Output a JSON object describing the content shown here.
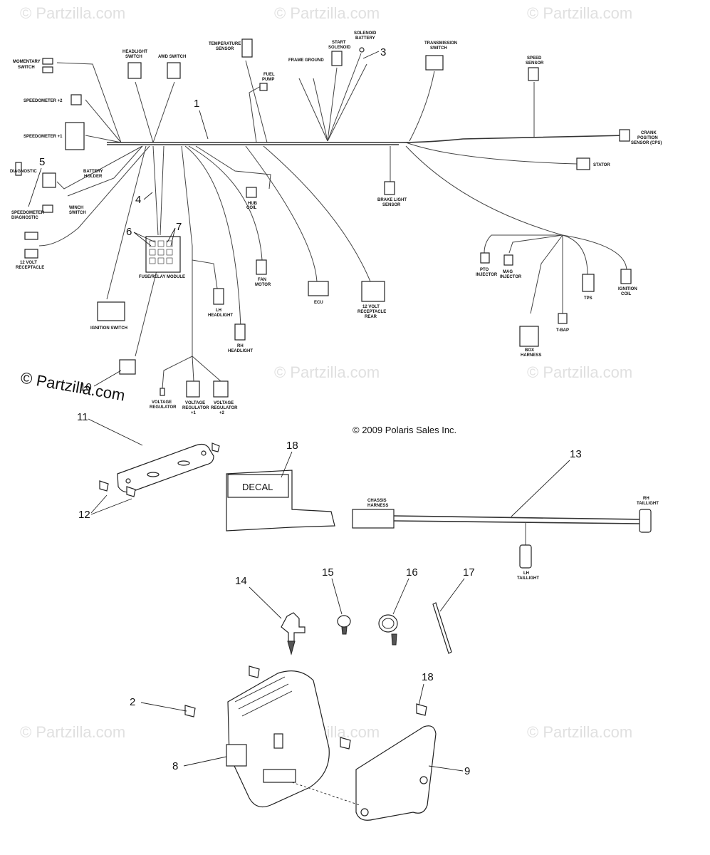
{
  "watermark": "© Partzilla.com",
  "brand_overlay": "© Partzilla.com",
  "copyright": "© 2009 Polaris Sales Inc.",
  "decal_text": "DECAL",
  "callouts": {
    "c1": "1",
    "c2": "2",
    "c3": "3",
    "c4": "4",
    "c5": "5",
    "c6": "6",
    "c7": "7",
    "c8": "8",
    "c9": "9",
    "c10": "10",
    "c11": "11",
    "c12": "12",
    "c13": "13",
    "c14": "14",
    "c15": "15",
    "c16": "16",
    "c17": "17",
    "c18a": "18",
    "c18b": "18"
  },
  "labels": {
    "momentary_switch": [
      "MOMENTARY",
      "SWITCH"
    ],
    "headlight_switch": [
      "HEADLIGHT",
      "SWITCH"
    ],
    "awd_switch": [
      "AWD SWITCH"
    ],
    "temperature_sensor": [
      "TEMPERATURE",
      "SENSOR"
    ],
    "fuel_pump": [
      "FUEL",
      "PUMP"
    ],
    "frame_ground": [
      "FRAME GROUND"
    ],
    "start_solenoid": [
      "START",
      "SOLENOID"
    ],
    "solenoid_battery": [
      "SOLENOID",
      "BATTERY"
    ],
    "transmission_switch": [
      "TRANSMISSION",
      "SWITCH"
    ],
    "speed_sensor": [
      "SPEED",
      "SENSOR"
    ],
    "crank_position_sensor": [
      "CRANK",
      "POSITION",
      "SENSOR (CPS)"
    ],
    "stator": [
      "STATOR"
    ],
    "speedometer_2": [
      "SPEEDOMETER +2"
    ],
    "speedometer_1": [
      "SPEEDOMETER +1"
    ],
    "diagnostic": [
      "DIAGNOSTIC"
    ],
    "battery_holder": [
      "BATTERY",
      "HOLDER"
    ],
    "speedometer_diagnostic": [
      "SPEEDOMETER",
      "DIAGNOSTIC"
    ],
    "winch_switch": [
      "WINCH",
      "SWITCH"
    ],
    "volt12_receptacle": [
      "12 VOLT",
      "RECEPTACLE"
    ],
    "fuse_relay_module": [
      "FUSE/RELAY MODULE"
    ],
    "hub_coil": [
      "HUB",
      "COIL"
    ],
    "brake_light_sensor": [
      "BRAKE LIGHT",
      "SENSOR"
    ],
    "fan_motor": [
      "FAN",
      "MOTOR"
    ],
    "ecu": [
      "ECU"
    ],
    "volt12_receptacle_rear": [
      "12 VOLT",
      "RECEPTACLE",
      "REAR"
    ],
    "pto_injector": [
      "PTO",
      "INJECTOR"
    ],
    "mag_injector": [
      "MAG",
      "INJECTOR"
    ],
    "tps": [
      "TPS"
    ],
    "ignition_coil": [
      "IGNITION",
      "COIL"
    ],
    "t_bap": [
      "T-BAP"
    ],
    "box_harness": [
      "BOX",
      "HARNESS"
    ],
    "lh_headlight": [
      "LH",
      "HEADLIGHT"
    ],
    "rh_headlight": [
      "RH",
      "HEADLIGHT"
    ],
    "ignition_switch": [
      "IGNITION SWITCH"
    ],
    "voltage_regulator": [
      "VOLTAGE",
      "REGULATOR"
    ],
    "voltage_regulator_1": [
      "VOLTAGE",
      "REGULATOR",
      "+1"
    ],
    "voltage_regulator_2": [
      "VOLTAGE",
      "REGULATOR",
      "+2"
    ],
    "chassis_harness": [
      "CHASSIS",
      "HARNESS"
    ],
    "rh_taillight": [
      "RH",
      "TAILLIGHT"
    ],
    "lh_taillight": [
      "LH",
      "TAILLIGHT"
    ]
  }
}
